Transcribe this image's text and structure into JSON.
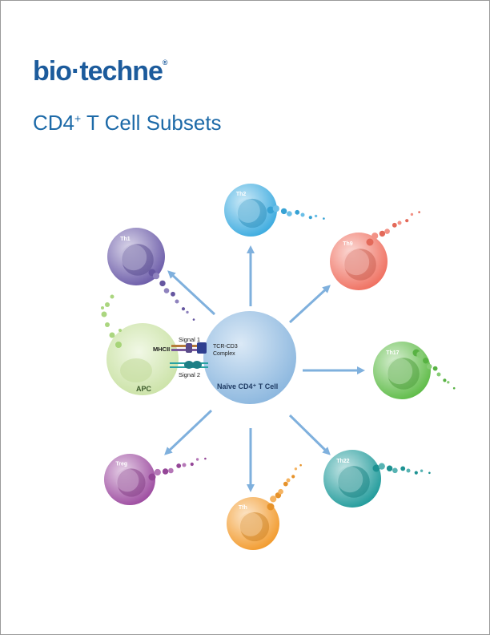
{
  "brand": {
    "name_part1": "bio",
    "name_part2": "techne",
    "registered": "®",
    "color": "#1c5b9c"
  },
  "title": {
    "main": "CD4",
    "superscript": "+",
    "rest": " T Cell Subsets"
  },
  "diagram": {
    "center_label": "Naïve CD4⁺ T Cell",
    "apc_label": "APC",
    "mhc_label": "MHCII",
    "tcr_label_line1": "TCR-CD3",
    "tcr_label_line2": "Complex",
    "signal1_label": "Signal 1",
    "signal2_label": "Signal 2",
    "subsets": [
      {
        "label": "Th1",
        "color": "#6a5aa8"
      },
      {
        "label": "Th2",
        "color": "#3aaadf"
      },
      {
        "label": "Th9",
        "color": "#ef6e5e"
      },
      {
        "label": "Th17",
        "color": "#5dbb46"
      },
      {
        "label": "Th22",
        "color": "#1f9a9a"
      },
      {
        "label": "Tfh",
        "color": "#f29a2c"
      },
      {
        "label": "Treg",
        "color": "#9c4a9f"
      }
    ],
    "arrow_color": "#7fb0dd",
    "center_color": "#9ec3e3",
    "apc_color": "#d5e8b6"
  }
}
